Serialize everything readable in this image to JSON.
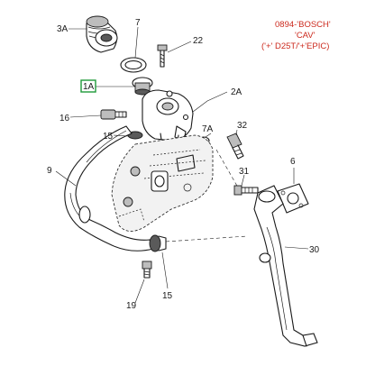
{
  "note": {
    "line1": "0894-'BOSCH'",
    "line2": "'CAV'",
    "line3": "('+' D25T/'+'EPIC)",
    "color": "#cc2a1e"
  },
  "labels": {
    "l3a": "3A",
    "l7": "7",
    "l22": "22",
    "l1a": "1A",
    "l2a": "2A",
    "l16": "16",
    "l15a": "15",
    "l7a": "7A",
    "l32": "32",
    "l9": "9",
    "l6": "6",
    "l31": "31",
    "l30": "30",
    "l15b": "15",
    "l19": "19"
  },
  "highlight_color": "#1f9a3a"
}
